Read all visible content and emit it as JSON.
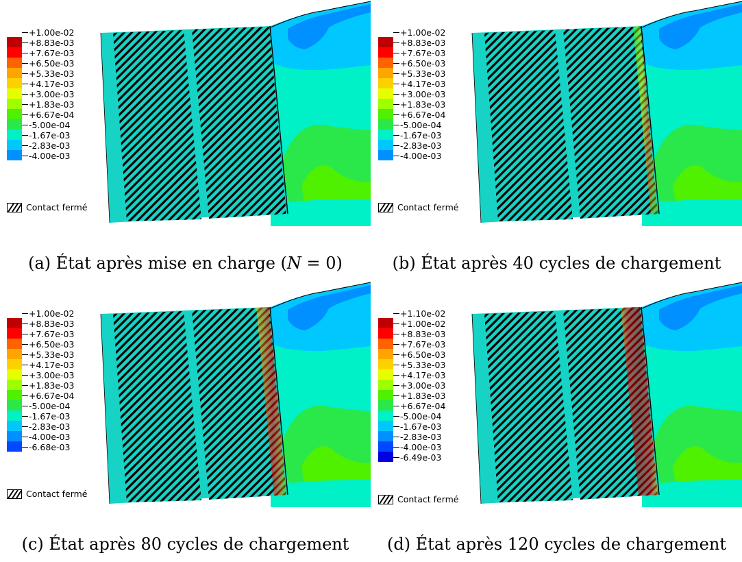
{
  "contact_label": "Contact fermé",
  "palette": {
    "11": [
      "#ff0000",
      "#ff6200",
      "#ffa500",
      "#ffd000",
      "#e5ff00",
      "#9eff00",
      "#4ff000",
      "#2be84a",
      "#00f0c8",
      "#00c8ff",
      "#0090ff",
      "#0048ff",
      "#0000e0"
    ],
    "12": [
      "#c00000",
      "#ff0000",
      "#ff6200",
      "#ffa500",
      "#ffd000",
      "#e5ff00",
      "#9eff00",
      "#4ff000",
      "#2be84a",
      "#00f0c8",
      "#00c8ff",
      "#0090ff",
      "#0048ff",
      "#0000e0",
      "#0000a8"
    ]
  },
  "panels": [
    {
      "id": "a",
      "legend_values": [
        "+1.00e-02",
        "+8.83e-03",
        "+7.67e-03",
        "+6.50e-03",
        "+5.33e-03",
        "+4.17e-03",
        "+3.00e-03",
        "+1.83e-03",
        "+6.67e-04",
        "-5.00e-04",
        "-1.67e-03",
        "-2.83e-03",
        "-4.00e-03"
      ],
      "caption_prefix": "(a)  État après mise en charge (",
      "caption_math": "N",
      "caption_suffix": " = 0)",
      "damage_band": "none"
    },
    {
      "id": "b",
      "legend_values": [
        "+1.00e-02",
        "+8.83e-03",
        "+7.67e-03",
        "+6.50e-03",
        "+5.33e-03",
        "+4.17e-03",
        "+3.00e-03",
        "+1.83e-03",
        "+6.67e-04",
        "-5.00e-04",
        "-1.67e-03",
        "-2.83e-03",
        "-4.00e-03"
      ],
      "caption_prefix": "(b)  État après 40 cycles de chargement",
      "caption_math": "",
      "caption_suffix": "",
      "damage_band": "thin"
    },
    {
      "id": "c",
      "legend_values": [
        "+1.00e-02",
        "+8.83e-03",
        "+7.67e-03",
        "+6.50e-03",
        "+5.33e-03",
        "+4.17e-03",
        "+3.00e-03",
        "+1.83e-03",
        "+6.67e-04",
        "-5.00e-04",
        "-1.67e-03",
        "-2.83e-03",
        "-4.00e-03",
        "-6.68e-03"
      ],
      "caption_prefix": "(c)  État après 80 cycles de chargement",
      "caption_math": "",
      "caption_suffix": "",
      "damage_band": "medium"
    },
    {
      "id": "d",
      "legend_values": [
        "+1.10e-02",
        "+1.00e-02",
        "+8.83e-03",
        "+7.67e-03",
        "+6.50e-03",
        "+5.33e-03",
        "+4.17e-03",
        "+3.00e-03",
        "+1.83e-03",
        "+6.67e-04",
        "-5.00e-04",
        "-1.67e-03",
        "-2.83e-03",
        "-4.00e-03",
        "-6.49e-03"
      ],
      "caption_prefix": "(d)  État après 120 cycles de chargement",
      "caption_math": "",
      "caption_suffix": "",
      "damage_band": "wide"
    }
  ]
}
